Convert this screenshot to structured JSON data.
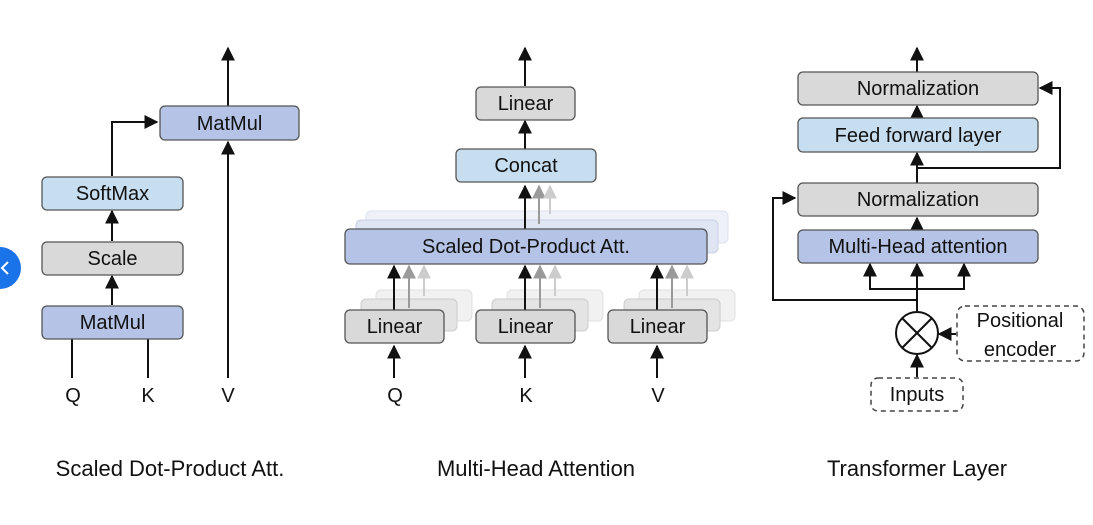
{
  "colors": {
    "blue_box": "#b4c3e6",
    "light_blue_box": "#c7def0",
    "gray_box": "#d9d9d9",
    "collapse_button": "#1a73e8"
  },
  "scaled_dot_product": {
    "caption": "Scaled Dot-Product Att.",
    "matmul_top": "MatMul",
    "softmax": "SoftMax",
    "scale": "Scale",
    "matmul_bottom": "MatMul",
    "input_q": "Q",
    "input_k": "K",
    "input_v": "V"
  },
  "multi_head": {
    "caption": "Multi-Head Attention",
    "linear_top": "Linear",
    "concat": "Concat",
    "scaled_att": "Scaled Dot-Product Att.",
    "linear_q": "Linear",
    "linear_k": "Linear",
    "linear_v": "Linear",
    "input_q": "Q",
    "input_k": "K",
    "input_v": "V"
  },
  "transformer": {
    "caption": "Transformer Layer",
    "norm_top": "Normalization",
    "feed_forward": "Feed forward layer",
    "norm_bottom": "Normalization",
    "mha": "Multi-Head attention",
    "positional_line1": "Positional",
    "positional_line2": "encoder",
    "inputs": "Inputs"
  },
  "icons": {
    "combine": "circled-x-icon",
    "collapse": "chevron-left-icon"
  }
}
